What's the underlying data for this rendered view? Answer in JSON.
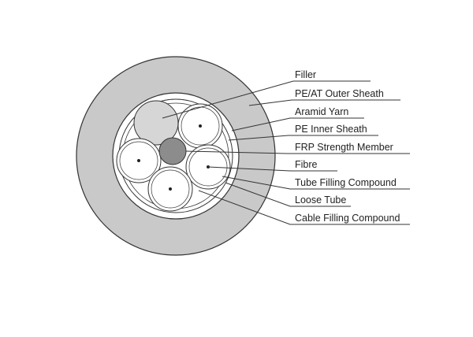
{
  "diagram": {
    "labels": [
      "Filler",
      "PE/AT Outer Sheath",
      "Aramid Yarn",
      "PE Inner Sheath",
      "FRP Strength Member",
      "Fibre",
      "Tube Filling Compound",
      "Loose Tube",
      "Cable Filling Compound"
    ]
  },
  "colors": {
    "outer_sheath": "#c9c9c9",
    "filler": "#d6d6d6",
    "strength_member": "#8c8c8c",
    "outline": "#333333"
  }
}
